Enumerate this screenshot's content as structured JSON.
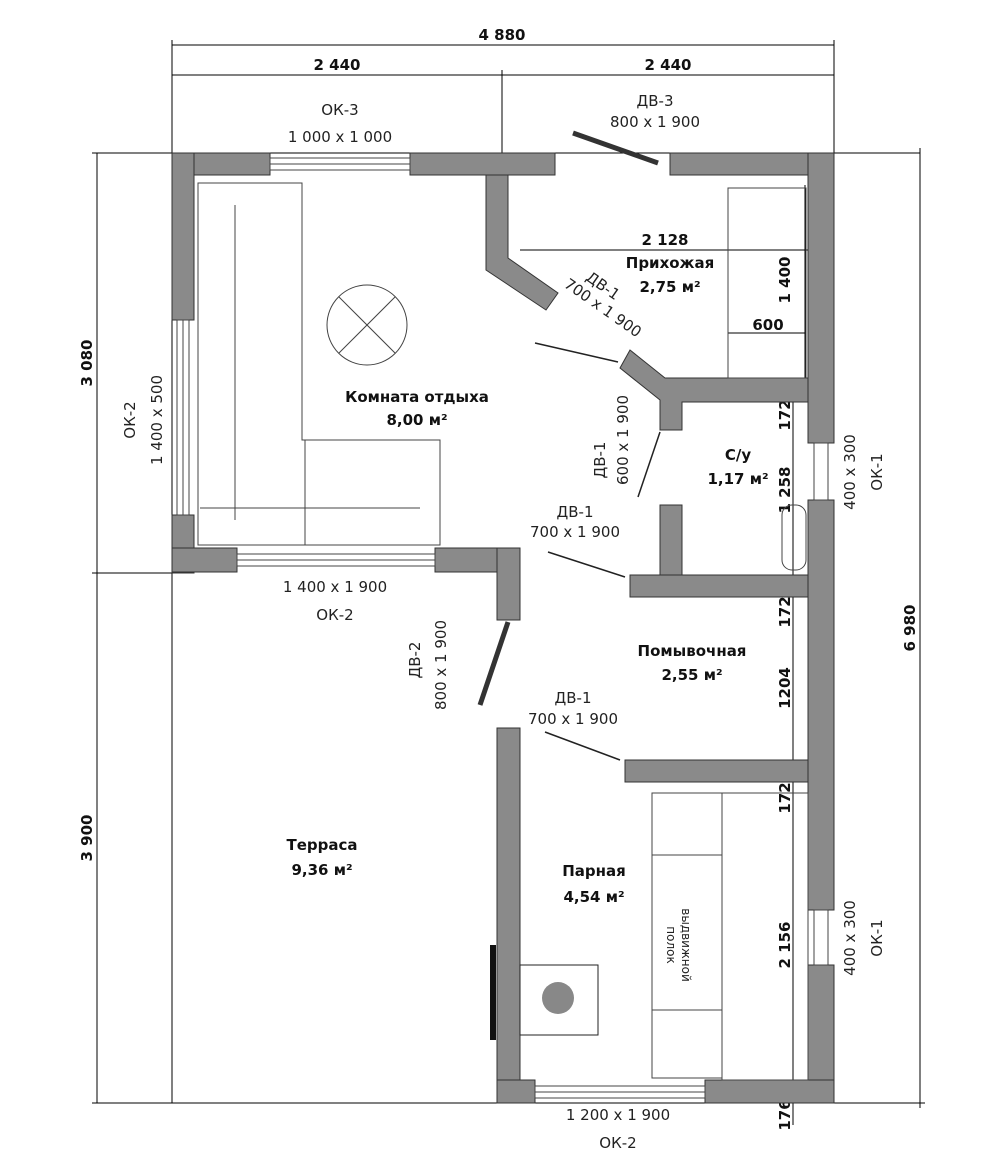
{
  "dimensions": {
    "total_width": "4 880",
    "half_left": "2 440",
    "half_right": "2 440",
    "left_top": "3 080",
    "left_bottom": "3 900",
    "right_total": "6 980",
    "hall_width": "2 128",
    "wardrobe_h": "1 400",
    "wardrobe_w": "600",
    "wc_wall": "172",
    "wc_h": "1 258",
    "wash_wall": "172",
    "wash_h": "1204",
    "steam_wall": "172",
    "steam_h": "2 156",
    "bottom_wall": "176"
  },
  "rooms": [
    {
      "name": "Комната отдыха",
      "area": "8,00 м²"
    },
    {
      "name": "Прихожая",
      "area": "2,75 м²"
    },
    {
      "name": "С/у",
      "area": "1,17 м²"
    },
    {
      "name": "Помывочная",
      "area": "2,55 м²"
    },
    {
      "name": "Парная",
      "area": "4,54 м²"
    },
    {
      "name": "Терраса",
      "area": "9,36 м²"
    }
  ],
  "openings": {
    "ok3": {
      "code": "ОК-3",
      "size": "1 000 х 1 000"
    },
    "dv3": {
      "code": "ДВ-3",
      "size": "800 х 1 900"
    },
    "ok2_left": {
      "code": "ОК-2",
      "size": "1 400 х 500"
    },
    "ok2_rest": {
      "code": "ОК-2",
      "size": "1 400 х 1 900"
    },
    "dv1_hall": {
      "code": "ДВ-1",
      "size": "700 х 1 900"
    },
    "dv1_wc": {
      "code": "ДВ-1",
      "size": "600 х 1 900"
    },
    "dv1_wash": {
      "code": "ДВ-1",
      "size": "700 х 1 900"
    },
    "dv1_steam": {
      "code": "ДВ-1",
      "size": "700 х 1 900"
    },
    "dv2": {
      "code": "ДВ-2",
      "size": "800 х 1 900"
    },
    "ok1_top": {
      "code": "ОК-1",
      "size": "400 х 300"
    },
    "ok1_bottom": {
      "code": "ОК-1",
      "size": "400 х 300"
    },
    "ok2_steam": {
      "code": "ОК-2",
      "size": "1 200 х 1 900"
    }
  },
  "furniture": {
    "shelf_label_1": "выдвижной",
    "shelf_label_2": "полок"
  }
}
